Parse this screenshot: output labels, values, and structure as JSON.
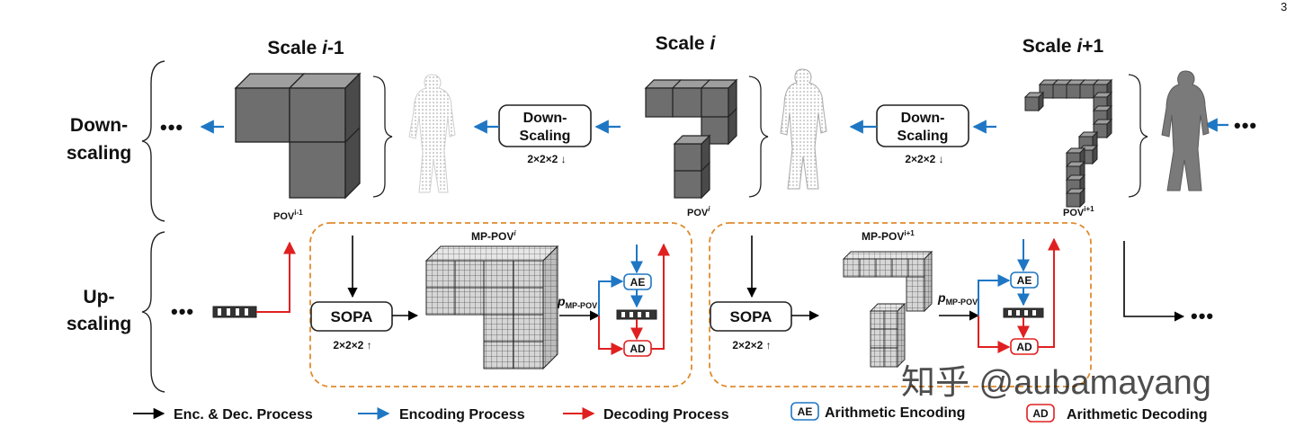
{
  "page_number": "3",
  "headers": {
    "scale_prev": {
      "prefix": "Scale ",
      "var": "i",
      "suffix": "-1"
    },
    "scale_cur": {
      "prefix": "Scale ",
      "var": "i",
      "suffix": ""
    },
    "scale_next": {
      "prefix": "Scale ",
      "var": "i",
      "suffix": "+1"
    }
  },
  "rows": {
    "down": {
      "line1": "Down-",
      "line2": "scaling"
    },
    "up": {
      "line1": "Up-",
      "line2": "scaling"
    }
  },
  "ellipsis": "•••",
  "downscale_box": {
    "line1": "Down-",
    "line2": "Scaling",
    "factor": "2×2×2 ↓"
  },
  "pov_labels": {
    "prev": {
      "base": "POV",
      "sup": "i-1"
    },
    "cur": {
      "base": "POV",
      "sup": "i"
    },
    "next": {
      "base": "POV",
      "sup": "i+1"
    }
  },
  "mp_pov": {
    "cur": {
      "base": "MP-POV",
      "sup": "i"
    },
    "next": {
      "base": "MP-POV",
      "sup": "i+1"
    }
  },
  "sopa": {
    "label": "SOPA",
    "factor": "2×2×2 ↑"
  },
  "prob": {
    "base": "p",
    "sub": "MP-POV"
  },
  "coder": {
    "ae": "AE",
    "ad": "AD"
  },
  "legend": {
    "enc_dec": "Enc. & Dec. Process",
    "encoding": "Encoding Process",
    "decoding": "Decoding Process",
    "ae_label": "Arithmetic Encoding",
    "ad_label": "Arithmetic Decoding"
  },
  "watermark": "知乎 @aubamayang",
  "colors": {
    "encode": "#1f77c4",
    "decode": "#e02020",
    "enc_dec": "#000000",
    "panel": "#e08a2e",
    "cube": "#6e6e6e"
  }
}
